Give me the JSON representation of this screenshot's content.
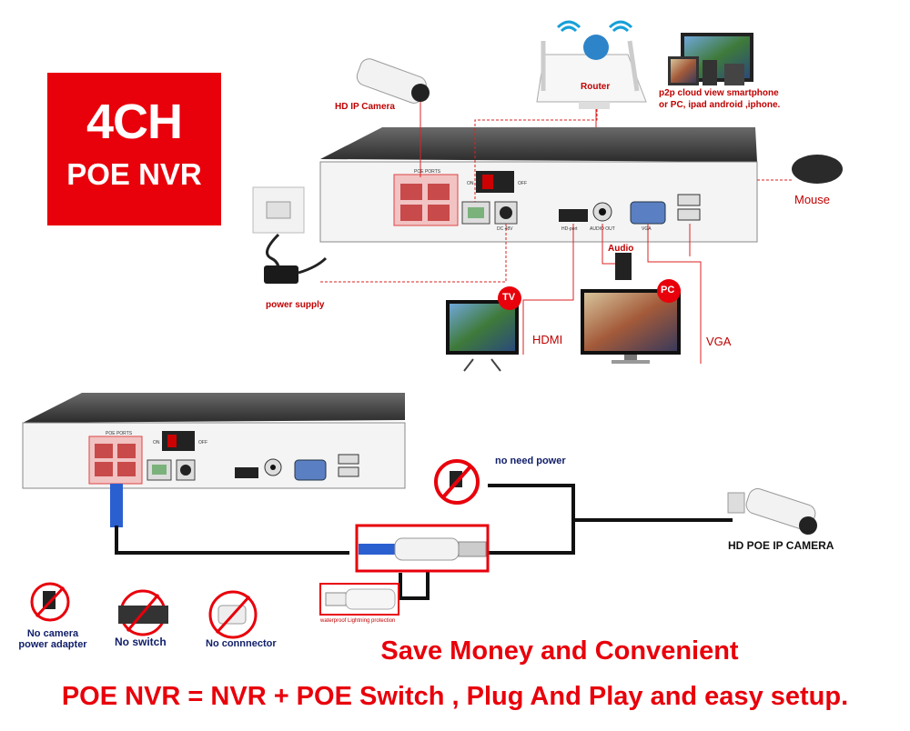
{
  "badge": {
    "line1": "4CH",
    "line2": "POE NVR"
  },
  "top_labels": {
    "hd_ip_camera": "HD IP Camera",
    "router": "Router",
    "p2p_line1": "p2p cloud  view smartphone",
    "p2p_line2": "or PC, ipad android ,iphone.",
    "mouse": "Mouse",
    "power_supply": "power supply",
    "audio": "Audio",
    "tv": "TV",
    "pc": "PC",
    "hdmi": "HDMI",
    "vga": "VGA"
  },
  "nvr_panel": {
    "poe_ports": "POE PORTS",
    "on": "ON",
    "off": "OFF",
    "dc": "DC 48V",
    "hd_port": "HD-port",
    "audio_out": "AUDIO OUT",
    "vga": "VGA"
  },
  "bottom_labels": {
    "no_need_power": "no need power",
    "camera": "HD POE IP CAMERA",
    "waterproof": "waterproof Lightning protection",
    "no_adapter_line1": "No camera",
    "no_adapter_line2": "power adapter",
    "no_switch": "No switch",
    "no_connector": "No connnector"
  },
  "headline": "Save Money and Convenient",
  "formula": "POE NVR = NVR + POE Switch , Plug And Play and easy setup.",
  "icons": {
    "wifi": "wifi-icon",
    "globe": "globe-icon",
    "no_power": "no-power-icon"
  },
  "colors": {
    "accent_red": "#e8000b",
    "navy": "#12206a"
  }
}
